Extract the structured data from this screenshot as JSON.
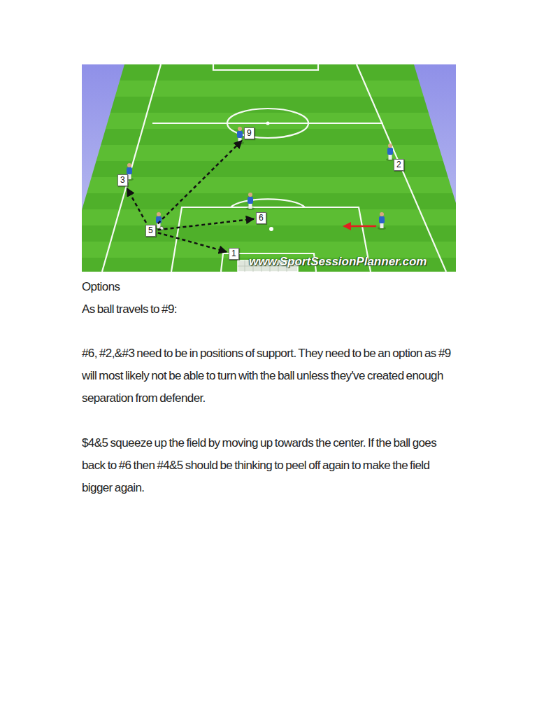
{
  "diagram": {
    "nodes": [
      {
        "text": [
          "9"
        ]
      },
      {
        "text": [
          "2"
        ]
      },
      {
        "text": [
          "3"
        ]
      },
      {
        "text": [
          "6"
        ]
      },
      {
        "text": [
          "5"
        ]
      },
      {
        "text": [
          "1"
        ]
      }
    ],
    "edges": [
      {
        "from": 4,
        "to": 2,
        "arrow": "to"
      },
      {
        "from": 4,
        "to": 0,
        "arrow": "to"
      },
      {
        "from": 4,
        "to": 3,
        "arrow": "to"
      },
      {
        "from": 4,
        "to": 5,
        "arrow": "to"
      }
    ],
    "labels": [
      "www.SportSessionPlanner.com",
      "Options",
      "As ball travels to #9:",
      "#6, #2,&#3 need to be in positions of support. They need to be an option as #9 will most likely not be able to turn with the ball unless they've created enough separation from defender.",
      "$4&5 squeeze up the field by moving up towards the center. If the ball goes back to #6 then #4&5 should be thinking to peel off again to make the field bigger again."
    ]
  }
}
